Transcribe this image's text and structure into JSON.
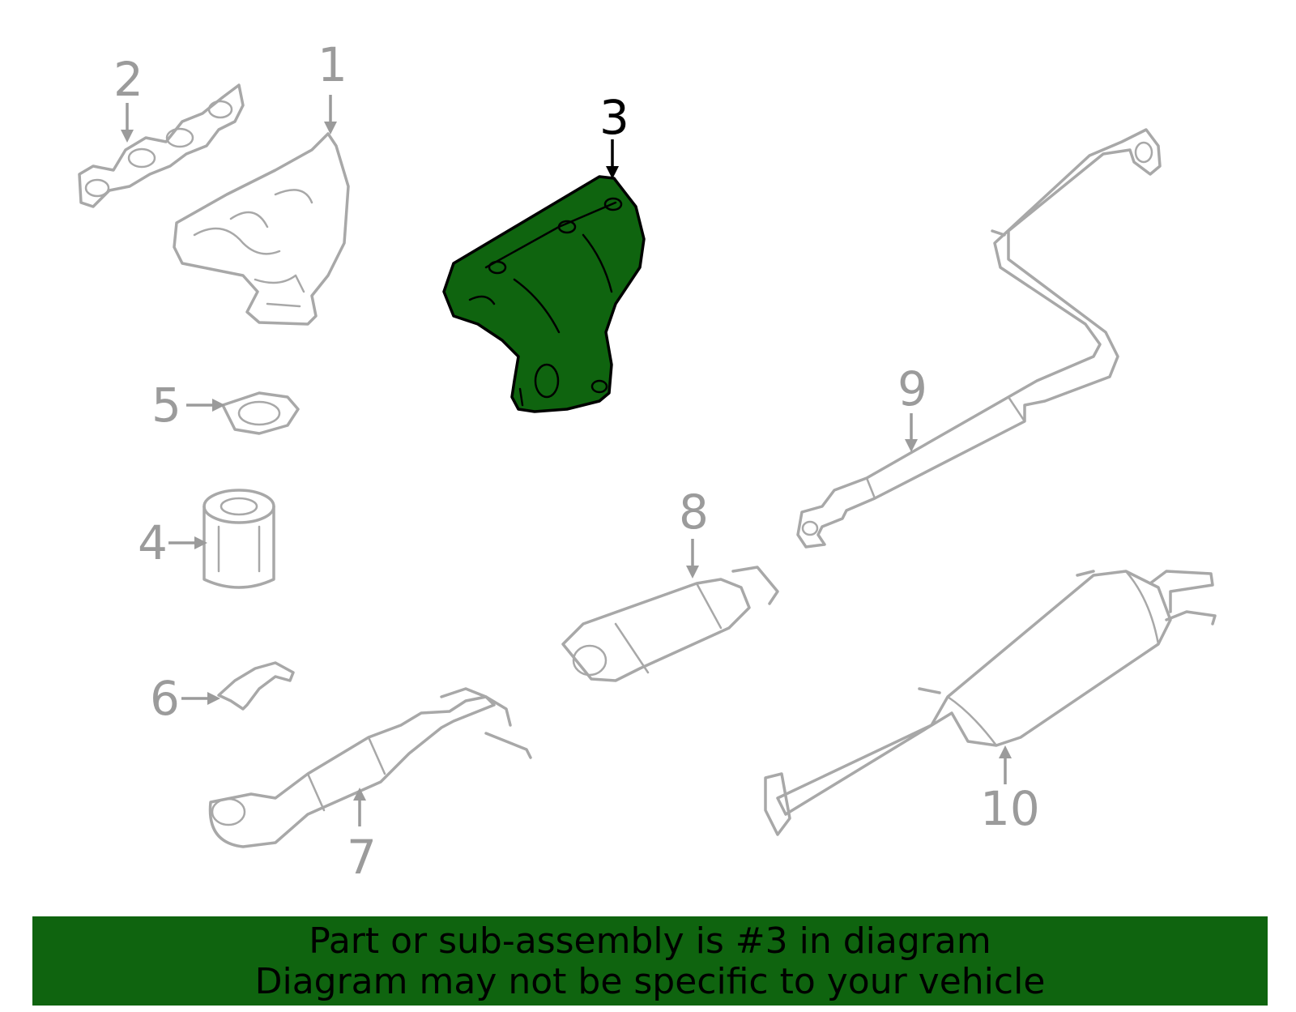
{
  "callouts": {
    "c1": "1",
    "c2": "2",
    "c3": "3",
    "c4": "4",
    "c5": "5",
    "c6": "6",
    "c7": "7",
    "c8": "8",
    "c9": "9",
    "c10": "10"
  },
  "highlighted_part": "3",
  "banner": {
    "line1": "Part or sub-assembly is #3 in diagram",
    "line2": "Diagram may not be specific to your vehicle"
  },
  "colors": {
    "highlight": "#0f640f",
    "parts": "#a8a8a8",
    "callout_text": "#9b9b9b"
  }
}
